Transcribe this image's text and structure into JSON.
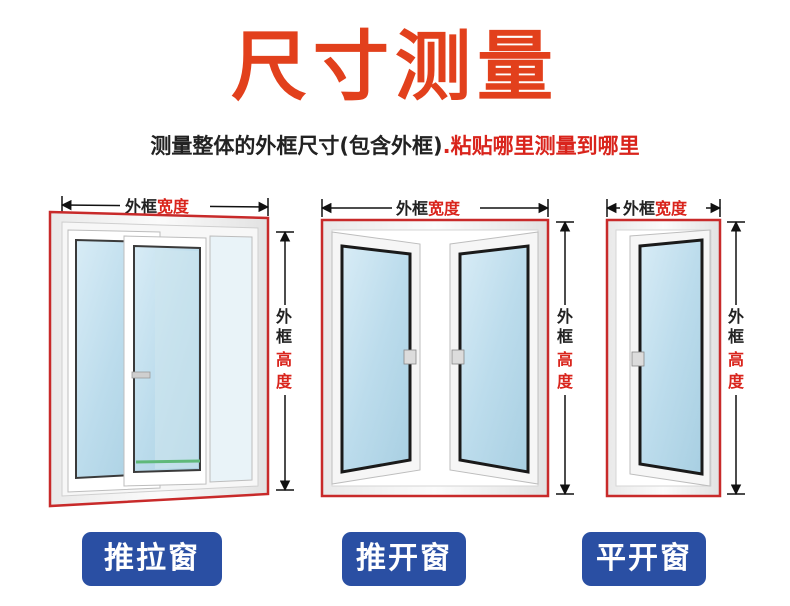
{
  "title": "尺寸测量",
  "subtitle": {
    "part1": "测量整体的外框尺寸(包含外框)",
    "part2": ".粘贴哪里测量到哪里"
  },
  "dimension": {
    "outer_frame": "外框",
    "width": "宽度",
    "frame_char1": "外",
    "frame_char2": "框",
    "height_char1": "高",
    "height_char2": "度"
  },
  "windows": [
    {
      "label": "推拉窗"
    },
    {
      "label": "推开窗"
    },
    {
      "label": "平开窗"
    }
  ],
  "colors": {
    "title": "#e2401c",
    "accent_red": "#d9241c",
    "button_blue": "#2a4fa3",
    "glass": "#c9e3f0",
    "frame": "#f4f4f4"
  }
}
